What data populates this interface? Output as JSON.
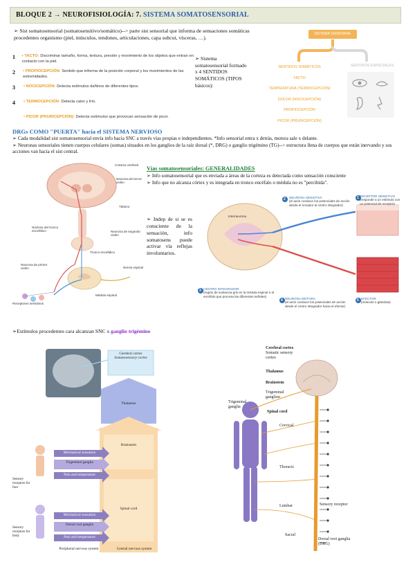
{
  "header": {
    "prefix": "BLOQUE 2 → NEUROFISIOLOGÍA: 7.",
    "title": "SISTEMA SOMATOSENSORIAL"
  },
  "intro": {
    "bullet": "➢",
    "text": "Sist somatosensorial (somatosensitivo/somático)--> parte sist sensorial que informa de sensaciones somáticas procedentes organismo (piel, músculos, tendones, articulaciones, capa subcut, vísceras, …)."
  },
  "numbered_list": [
    {
      "num": "1",
      "key": "• TACTO:",
      "text": "Discriminar tamaño, forma, textura, presión y movimiento de los objetos que entran en contacto con la piel."
    },
    {
      "num": "2",
      "key": "• PROPIOCEPCIÓN:",
      "text": "Sentido que informa de la posición corporal y los movimientos de las extremidades."
    },
    {
      "num": "3",
      "key": "• NOCICEPCIÓN:",
      "text": "Detecta estímulos dañinos de diferentes tipos."
    },
    {
      "num": "4",
      "key": "• TERMOCEPCIÓN:",
      "text": "Detecta calor y frío."
    },
    {
      "num": "",
      "key": "• PICOR (PRURICEPCIÓN):",
      "text": "Detecta estímulos que provocan sensación de picor."
    }
  ],
  "tipos_text": "➢ Sistema somatosensorial formado x 4 SENTIDOS SOMÁTICOS (TIPOS básicos):",
  "diagram_sentidos": {
    "box": "SISTEMA SENSORIAL",
    "left_title": "SENTIDOS SOMÁTICOS",
    "left_items": [
      "TACTO",
      "TEMPERATURA (TERMOCEPCIÓN)",
      "DOLOR (NOCICEPCIÓN)",
      "PROPIOCEPCIÓN",
      "PICOR (PRURICEPCIÓN)"
    ],
    "right_title": "SENTIDOS ESPECIALES"
  },
  "drg": {
    "title": "DRGs COMO \"PUERTA\" hacia el SISTEMA NERVIOSO",
    "line1": "➢ Cada modalidad sist somatosensorial envía info hacia SNC a través vías propias e independientes. *Info sensorial entra x detrás, motora sale x delante.",
    "line2": "➢ Neuronas sensoriales tienen cuerpos celulares (somas) situados en los ganglios de la raíz dorsal (*, DRG) o ganglio trigémino (TG)--> estructura llena de cuerpos que están inervando y sus acciones van hacia el sist central."
  },
  "vias": {
    "title": "Vías somatosensoriales: GENERALIDADES",
    "line1": "➢ Info somatosensorial que es enviada a áreas de la corteza es detectada como sensación consciente",
    "line2": "➢ Info que no alcanza córtex y es integrada en tronco encéfalo o médula no es \"percibida\".",
    "side": "➢ Indep de si se es consciente de la sensación, info somatosens puede activar vía reflejas involuntarios."
  },
  "fig_left_labels": {
    "corteza": "Corteza cerebral",
    "tercer_orden": "Neurona de tercer orden",
    "talamo": "Tálamo",
    "nucleos": "Núcleos del tronco encefálico",
    "segundo_orden": "Neurona de segundo orden",
    "tronco": "Tronco encefálico",
    "primer_orden": "Neurona de primer orden",
    "nervio": "Nervio espinal",
    "medula": "Médula espinal",
    "receptores": "Receptores sensitivos"
  },
  "fig_reflex_labels": {
    "neurona_sensitiva": "NEURONA SENSITIVA",
    "neurona_sensitiva_desc": "(el axón conduce los potenciales de acción desde el receptor al centro integrador)",
    "receptor": "RECEPTOR SENSITIVO",
    "receptor_desc": "(responde a un estímulo con un potencial de receptor)",
    "interneurona": "Interneurona",
    "centro": "CENTRO INTEGRADOR",
    "centro_desc": "(región de sustancia gris en la médula espinal o el encéfalo que procesa las diferentes señales)",
    "motora": "NEURONA MOTORA",
    "motora_desc": "(el axón conduce los potenciales de acción desde el centro integrador hacia el efector)",
    "efector": "EFECTOR",
    "efector_desc": "(músculo o glándula)",
    "n1": "1",
    "n2": "2",
    "n3": "3",
    "n4": "4",
    "n5": "5"
  },
  "estimulos": {
    "prefix": "➢Estímulos procedentes cara alcanzan SNC x",
    "highlight": "ganglio trigémino"
  },
  "fig_bottom_left": {
    "cortex": "Cerebral cortex",
    "cortex_sub": "Somatosensory cortex",
    "thalamus": "Thalamus",
    "brainstem": "Brainstem",
    "spinal_cord": "Spinal cord",
    "sens_face": "Sensory receptors for face",
    "sens_body": "Sensory receptors for body",
    "mech1": "Mechanical sensation",
    "trig": "Trigeminal ganglia",
    "pain1": "Pain and temperature",
    "mech2": "Mechanical sensation",
    "drg": "Dorsal root ganglia",
    "pain2": "Pain and temperature",
    "peripheral": "Peripheral nervous system",
    "central": "Central nervous system"
  },
  "fig_bottom_right": {
    "cortex": "Cerebral cortex",
    "cortex_sub": "Somatic sensory cortex",
    "thalamus": "Thalamus",
    "brainstem": "Brainstem",
    "trig_ganglion": "Trigeminal ganglion",
    "trig_ganglia": "Trigeminal ganglia",
    "spinal_cord": "Spinal cord",
    "cervical": "Cervical",
    "thoracic": "Thoracic",
    "lumbar": "Lumbar",
    "sacral": "Sacral",
    "sensory_receptor": "Sensory receptor",
    "drg": "Dorsal root ganglia (DRG)"
  },
  "colors": {
    "header_bg": "#e6ead7",
    "blue": "#2f6db0",
    "green": "#1f7d3a",
    "orange": "#e8a020",
    "purple": "#8b2fc9"
  }
}
